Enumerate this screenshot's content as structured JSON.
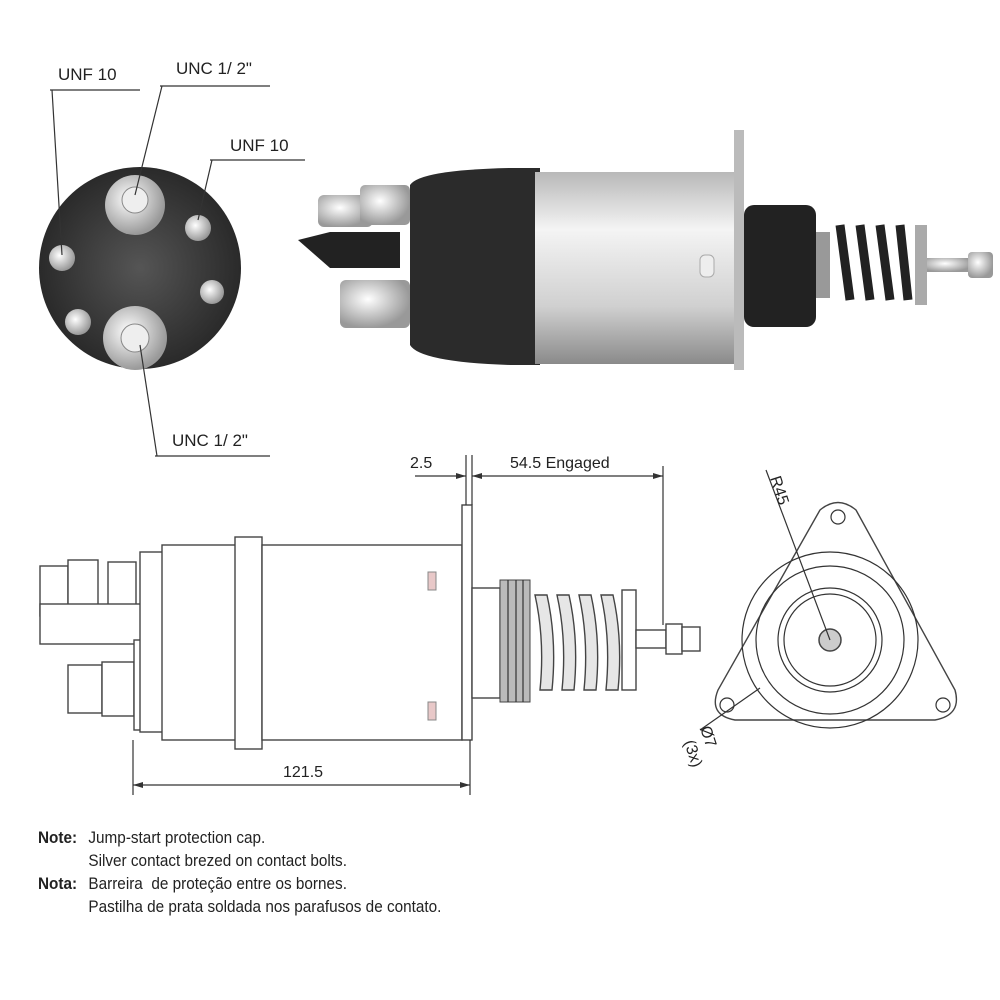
{
  "photo_labels": {
    "unf10_left": "UNF 10",
    "unc_top": "UNC 1/ 2\"",
    "unf10_right": "UNF 10",
    "unc_bottom": "UNC 1/ 2\""
  },
  "dimensions": {
    "gap": "2.5",
    "engaged": "54.5 Engaged",
    "length": "121.5",
    "radius": "R45",
    "hole_dia": "Ø7",
    "hole_count": "(3x)"
  },
  "notes": {
    "note_label": "Note:",
    "note_line1": "Jump-start protection cap.",
    "note_line2": "Silver contact brezed on contact bolts.",
    "nota_label": "Nota:",
    "nota_line1": "Barreira  de proteção entre os bornes.",
    "nota_line2": "Pastilha de prata soldada nos parafusos de contato."
  },
  "colors": {
    "ink": "#333333",
    "body_dark": "#3a3a3a",
    "silver": "#d8d8d8"
  }
}
